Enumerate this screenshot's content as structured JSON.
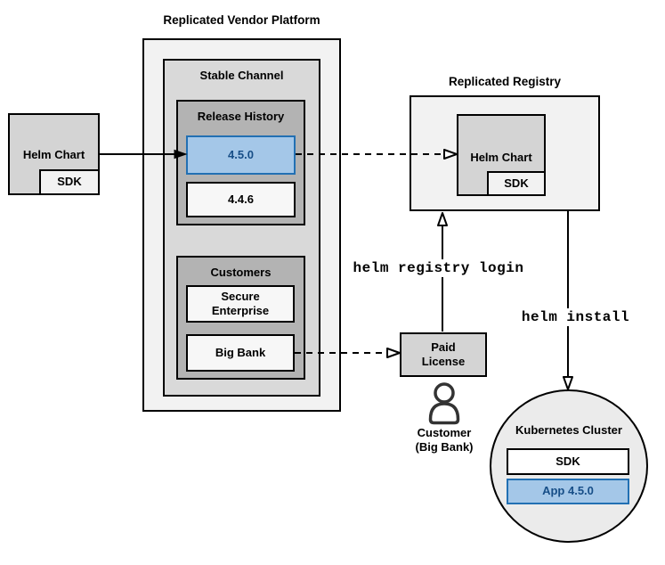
{
  "vendor_platform": {
    "title": "Replicated Vendor Platform",
    "stable_channel": {
      "title": "Stable Channel",
      "release_history": {
        "title": "Release History",
        "releases": [
          "4.5.0",
          "4.4.6"
        ],
        "highlighted_release": "4.5.0"
      },
      "customers": {
        "title": "Customers",
        "items": [
          "Secure\nEnterprise",
          "Big Bank"
        ]
      }
    }
  },
  "helm_chart_source": {
    "label": "Helm Chart",
    "sdk_label": "SDK"
  },
  "registry": {
    "title": "Replicated Registry",
    "helm_chart_label": "Helm Chart",
    "sdk_label": "SDK"
  },
  "paid_license": {
    "label": "Paid\nLicense"
  },
  "customer": {
    "label": "Customer\n(Big Bank)"
  },
  "commands": {
    "registry_login": "helm registry login",
    "install": "helm install"
  },
  "cluster": {
    "title": "Kubernetes Cluster",
    "sdk_label": "SDK",
    "app_label": "App 4.5.0"
  },
  "colors": {
    "accent_fill": "#a4c7e8",
    "accent_border": "#2270b3",
    "accent_text": "#174e87"
  }
}
